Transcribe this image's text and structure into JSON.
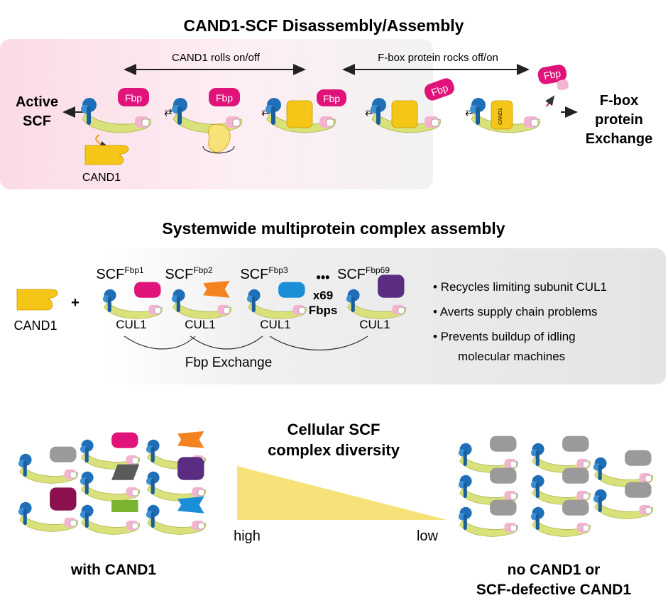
{
  "section1": {
    "title": "CAND1-SCF Disassembly/Assembly",
    "rolls_label": "CAND1 rolls on/off",
    "rocks_label": "F-box protein rocks off/on",
    "active_line1": "Active",
    "active_line2": "SCF",
    "cand1_label": "CAND1",
    "fbp_label": "Fbp",
    "cand1_small_label": "CAND1",
    "exchange_line1": "F-box",
    "exchange_line2": "protein",
    "exchange_line3": "Exchange"
  },
  "section2": {
    "title": "Systemwide multiprotein complex assembly",
    "cand1_label": "CAND1",
    "plus": "+",
    "scf_base": "SCF",
    "complexes": [
      {
        "sup": "Fbp1",
        "cul": "CUL1",
        "color": "#e0137a"
      },
      {
        "sup": "Fbp2",
        "cul": "CUL1",
        "color": "#f58220"
      },
      {
        "sup": "Fbp3",
        "cul": "CUL1",
        "color": "#1a8fd8"
      },
      {
        "sup": "Fbp69",
        "cul": "CUL1",
        "color": "#5a2d82"
      }
    ],
    "ellipsis": "•••",
    "x69_line1": "x69",
    "x69_line2": "Fbps",
    "exchange_label": "Fbp Exchange",
    "bullets": [
      "• Recycles limiting subunit CUL1",
      "• Averts supply chain problems",
      "• Prevents buildup of idling",
      "molecular machines"
    ]
  },
  "section3": {
    "title_line1": "Cellular SCF",
    "title_line2": "complex diversity",
    "high": "high",
    "low": "low",
    "with_label": "with CAND1",
    "without_line1": "no CAND1 or",
    "without_line2": "SCF-defective CAND1"
  },
  "colors": {
    "cul1": "#d9e27a",
    "cand1": "#f5c518",
    "skp1_pink": "#f4b3cf",
    "rbx1_blue": "#1f6fb8",
    "fbp_magenta": "#e0137a",
    "gray_fbp": "#9a9a9a",
    "panel_pink": "#fbe3ea",
    "panel_gray": "#ebebeb"
  },
  "with_cand1_fbp_colors": [
    "#9a9a9a",
    "#e0137a",
    "#f58220",
    "#5a5a5a",
    "#5a2d82",
    "#8b1050",
    "#7ab32e",
    "#1a8fd8"
  ]
}
